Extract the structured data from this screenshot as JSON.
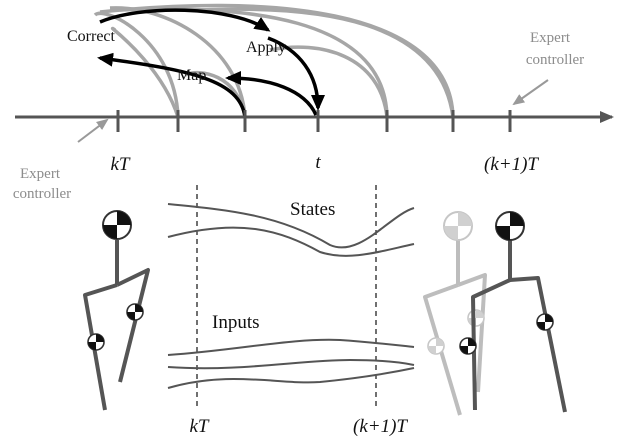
{
  "labels": {
    "correct": "Correct",
    "apply": "Apply",
    "map": "Map",
    "expert_controller_top_line1": "Expert",
    "expert_controller_top_line2": "controller",
    "expert_controller_bottom_line1": "Expert",
    "expert_controller_bottom_line2": "controller",
    "tick_kT": "kT",
    "tick_t": "t",
    "tick_k1T": "(k+1)T",
    "states": "States",
    "inputs": "Inputs",
    "bottom_kT": "kT",
    "bottom_k1T": "(k+1)T"
  },
  "colors": {
    "axis": "#555555",
    "arc_gray": "#a6a6a6",
    "arrow_black": "#000000",
    "label_gray": "#8c8c8c",
    "leg_dark": "#4d4d4d",
    "leg_light": "#999999"
  }
}
